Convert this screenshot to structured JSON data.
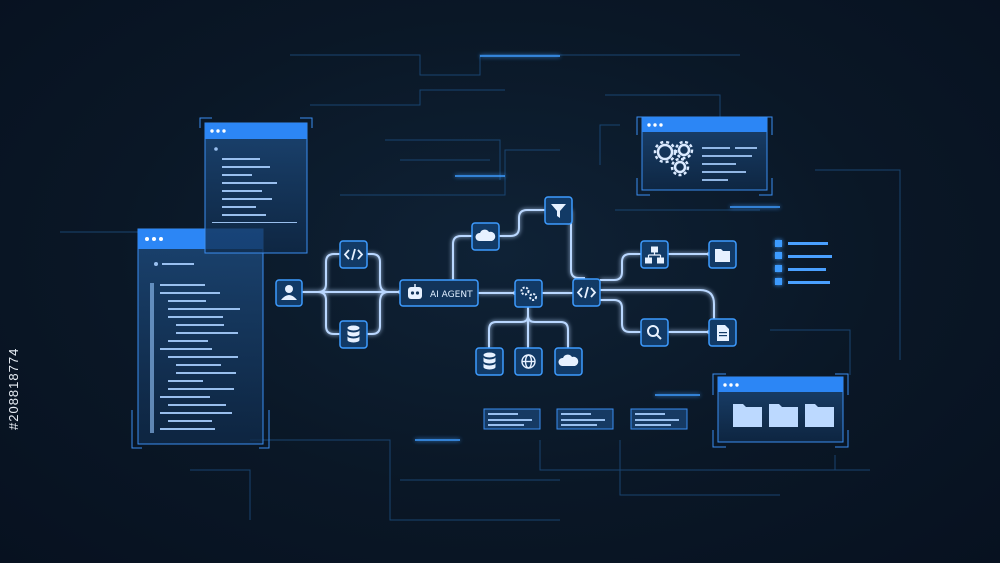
{
  "diagram": {
    "center_node_label": "AI AGENT",
    "stock_id": "#208818774",
    "colors": {
      "background": "#0a1726",
      "accent": "#2f8dff",
      "line": "#9fc7ff",
      "node_fill": "#12345a",
      "panel_fill": "#163a63",
      "titlebar": "#2c86f5"
    },
    "nodes": [
      {
        "id": "user",
        "icon": "user-icon"
      },
      {
        "id": "code-top",
        "icon": "code-icon"
      },
      {
        "id": "db-left",
        "icon": "database-icon"
      },
      {
        "id": "agent",
        "icon": "robot-icon"
      },
      {
        "id": "cloud-top",
        "icon": "cloud-icon"
      },
      {
        "id": "filter",
        "icon": "filter-icon"
      },
      {
        "id": "gears",
        "icon": "gears-icon"
      },
      {
        "id": "code-right",
        "icon": "code-icon"
      },
      {
        "id": "db-bottom",
        "icon": "database-icon"
      },
      {
        "id": "globe",
        "icon": "globe-icon"
      },
      {
        "id": "cloud-bottom",
        "icon": "cloud-icon"
      },
      {
        "id": "hierarchy",
        "icon": "hierarchy-icon"
      },
      {
        "id": "folder",
        "icon": "folder-icon"
      },
      {
        "id": "search",
        "icon": "search-icon"
      },
      {
        "id": "document",
        "icon": "document-icon"
      }
    ]
  }
}
